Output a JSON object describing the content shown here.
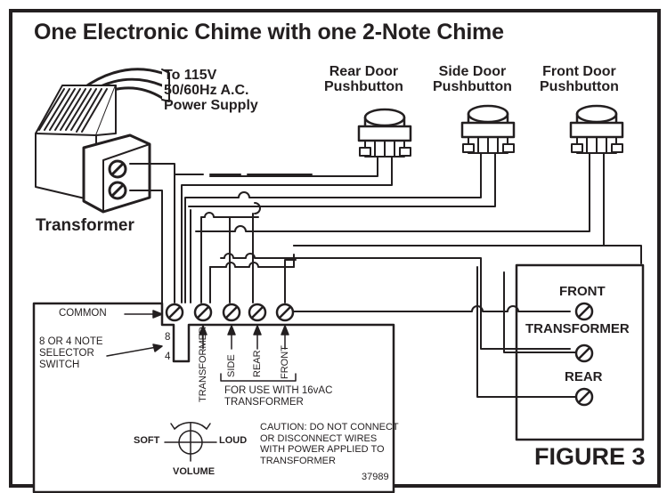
{
  "title": "One Electronic Chime with one 2-Note Chime",
  "power_supply": [
    "To 115V",
    "50/60Hz A.C.",
    "Power Supply"
  ],
  "transformer_label": "Transformer",
  "pushbuttons": {
    "rear": [
      "Rear Door",
      "Pushbutton"
    ],
    "side": [
      "Side Door",
      "Pushbutton"
    ],
    "front": [
      "Front Door",
      "Pushbutton"
    ]
  },
  "electronic_chime": {
    "common": "COMMON",
    "selector": [
      "8 OR 4 NOTE",
      "SELECTOR",
      "SWITCH"
    ],
    "selector_positions": [
      "8",
      "4"
    ],
    "terminals": [
      "TRANSFORMER",
      "SIDE",
      "REAR",
      "FRONT"
    ],
    "use_note": [
      "FOR USE WITH 16vAC",
      "TRANSFORMER"
    ],
    "caution": [
      "CAUTION: DO NOT CONNECT",
      "OR DISCONNECT WIRES",
      "WITH POWER APPLIED TO",
      "TRANSFORMER"
    ],
    "volume": {
      "soft": "SOFT",
      "loud": "LOUD",
      "label": "VOLUME"
    },
    "part_number": "37989"
  },
  "two_note_chime": {
    "front": "FRONT",
    "transformer": "TRANSFORMER",
    "rear": "REAR"
  },
  "figure_label": "FIGURE 3"
}
